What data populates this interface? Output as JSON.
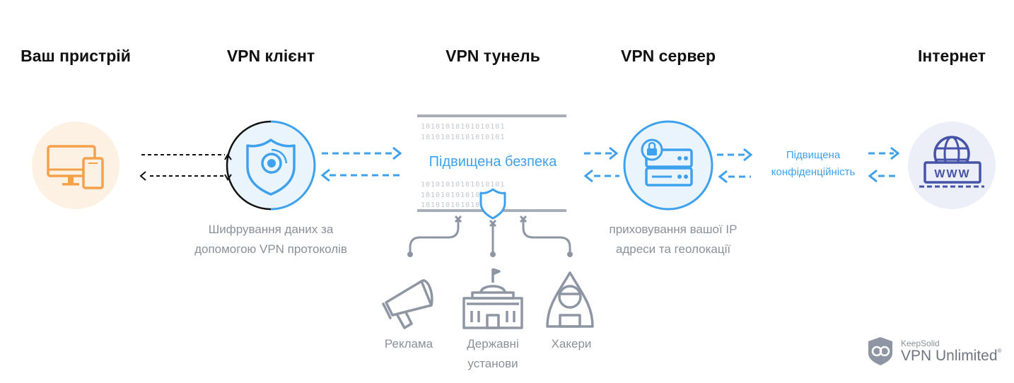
{
  "headings": {
    "device": "Ваш пристрій",
    "client": "VPN клієнт",
    "tunnel": "VPN тунель",
    "server": "VPN сервер",
    "internet": "Інтернет"
  },
  "tunnel": {
    "label": "Підвищена безпека",
    "binary_row": "10101010101010101"
  },
  "captions": {
    "client_line1": "Шифрування даних за",
    "client_line2": "допомогою VPN протоколів",
    "server_line1": "приховування вашої IP",
    "server_line2": "адреси та геолокації"
  },
  "privacy": {
    "line1": "Підвищена",
    "line2": "конфіденційність"
  },
  "threats": {
    "ads": "Реклама",
    "gov_line1": "Державні",
    "gov_line2": "установи",
    "hackers": "Хакери"
  },
  "www_label": "WWW",
  "brand": {
    "small": "KeepSolid",
    "big": "VPN Unlimited",
    "mark": "®"
  },
  "colors": {
    "accent_blue": "#3ea1ee",
    "device_orange": "#f5a04a",
    "gray_icon": "#8e96a3",
    "internet_navy": "#4553a8"
  }
}
